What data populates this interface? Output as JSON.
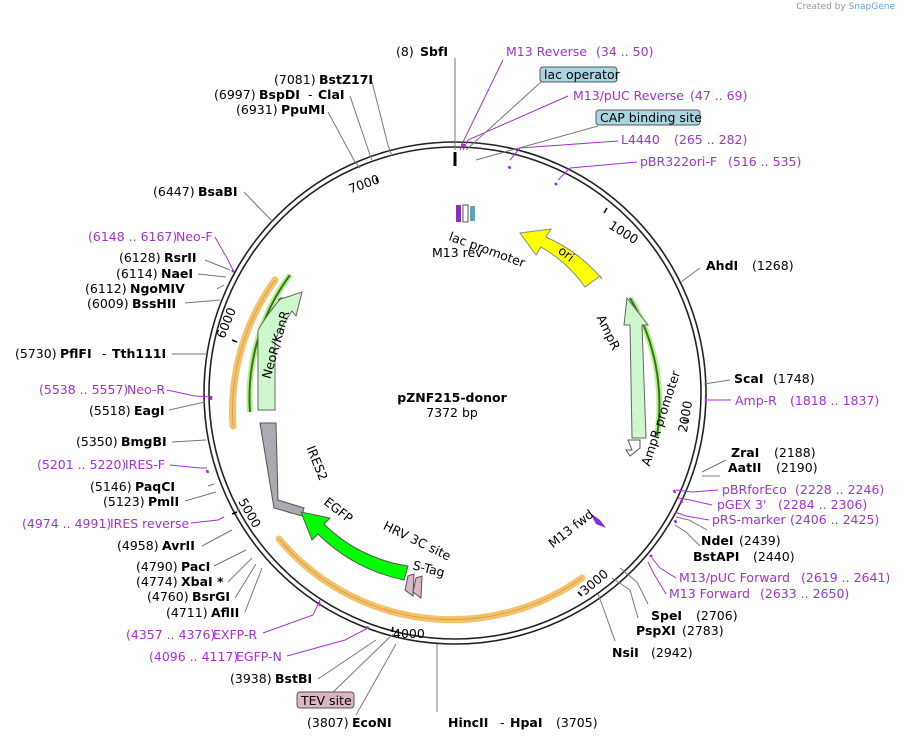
{
  "credit": {
    "prefix": "Created by",
    "brand": "SnapGene"
  },
  "plasmid": {
    "name": "pZNF215-donor",
    "size": "7372 bp"
  },
  "ruler": [
    "1000",
    "2000",
    "3000",
    "4000",
    "5000",
    "6000",
    "7000"
  ],
  "sites": [
    {
      "name": "SbfI",
      "pos": "(8)"
    },
    {
      "name": "BstZ17I",
      "pos": "(7081)"
    },
    {
      "name": "BspDI",
      "name2": "ClaI",
      "pos": "(6997)"
    },
    {
      "name": "PpuMI",
      "pos": "(6931)"
    },
    {
      "name": "BsaBI",
      "pos": "(6447)"
    },
    {
      "name": "RsrII",
      "pos": "(6128)"
    },
    {
      "name": "NaeI",
      "pos": "(6114)"
    },
    {
      "name": "NgoMIV",
      "pos": "(6112)"
    },
    {
      "name": "BssHII",
      "pos": "(6009)"
    },
    {
      "name": "PflFI",
      "name2": "Tth111I",
      "pos": "(5730)"
    },
    {
      "name": "EagI",
      "pos": "(5518)"
    },
    {
      "name": "BmgBI",
      "pos": "(5350)"
    },
    {
      "name": "PaqCI",
      "pos": "(5146)"
    },
    {
      "name": "PmlI",
      "pos": "(5123)"
    },
    {
      "name": "AvrII",
      "pos": "(4958)"
    },
    {
      "name": "PacI",
      "pos": "(4790)"
    },
    {
      "name": "XbaI *",
      "pos": "(4774)"
    },
    {
      "name": "BsrGI",
      "pos": "(4760)"
    },
    {
      "name": "AflII",
      "pos": "(4711)"
    },
    {
      "name": "BstBI",
      "pos": "(3938)"
    },
    {
      "name": "EcoNI",
      "pos": "(3807)"
    },
    {
      "name": "HincII",
      "name2": "HpaI",
      "pos": "(3705)"
    },
    {
      "name": "NsiI",
      "pos": "(2942)"
    },
    {
      "name": "PspXI",
      "pos": "(2783)"
    },
    {
      "name": "SpeI",
      "pos": "(2706)"
    },
    {
      "name": "BstAPI",
      "pos": "(2440)"
    },
    {
      "name": "NdeI",
      "pos": "(2439)"
    },
    {
      "name": "AatII",
      "pos": "(2190)"
    },
    {
      "name": "ZraI",
      "pos": "(2188)"
    },
    {
      "name": "ScaI",
      "pos": "(1748)"
    },
    {
      "name": "AhdI",
      "pos": "(1268)"
    }
  ],
  "primers": [
    {
      "name": "M13 Reverse",
      "range": "(34 .. 50)"
    },
    {
      "name": "M13/pUC Reverse",
      "range": "(47 .. 69)"
    },
    {
      "name": "L4440",
      "range": "(265 .. 282)"
    },
    {
      "name": "pBR322ori-F",
      "range": "(516 .. 535)"
    },
    {
      "name": "Amp-R",
      "range": "(1818 .. 1837)"
    },
    {
      "name": "pBRforEco",
      "range": "(2228 .. 2246)"
    },
    {
      "name": "pGEX 3'",
      "range": "(2284 .. 2306)"
    },
    {
      "name": "pRS-marker",
      "range": "(2406 .. 2425)"
    },
    {
      "name": "M13/pUC Forward",
      "range": "(2619 .. 2641)"
    },
    {
      "name": "M13 Forward",
      "range": "(2633 .. 2650)"
    },
    {
      "name": "EXFP-R",
      "range": "(4357 .. 4376)"
    },
    {
      "name": "EGFP-N",
      "range": "(4096 .. 4117)"
    },
    {
      "name": "IRES reverse",
      "range": "(4974 .. 4991)"
    },
    {
      "name": "IRES-F",
      "range": "(5201 .. 5220)"
    },
    {
      "name": "Neo-R",
      "range": "(5538 .. 5557)"
    },
    {
      "name": "Neo-F",
      "range": "(6148 .. 6167)"
    }
  ],
  "boxed": [
    "lac operator",
    "CAP binding site",
    "TEV site"
  ],
  "features": [
    "lac promoter",
    "M13 rev",
    "ori",
    "AmpR",
    "AmpR promoter",
    "M13 fwd",
    "NeoR/KanR",
    "IRES2",
    "EGFP",
    "HRV 3C site",
    "S-Tag"
  ],
  "colors": {
    "enzyme": "#000000",
    "primer": "#a331d2",
    "ori": "#ffff00",
    "ampr": "#ccf8cc",
    "neor": "#ccf8cc",
    "ires": "#a8abb0",
    "egfp": "#00ff00",
    "highlight": "#f5c26b",
    "lac_operator_box": "#a8d5e0",
    "cap_box": "#a8d5e0",
    "tev_box": "#dcb4c4"
  }
}
